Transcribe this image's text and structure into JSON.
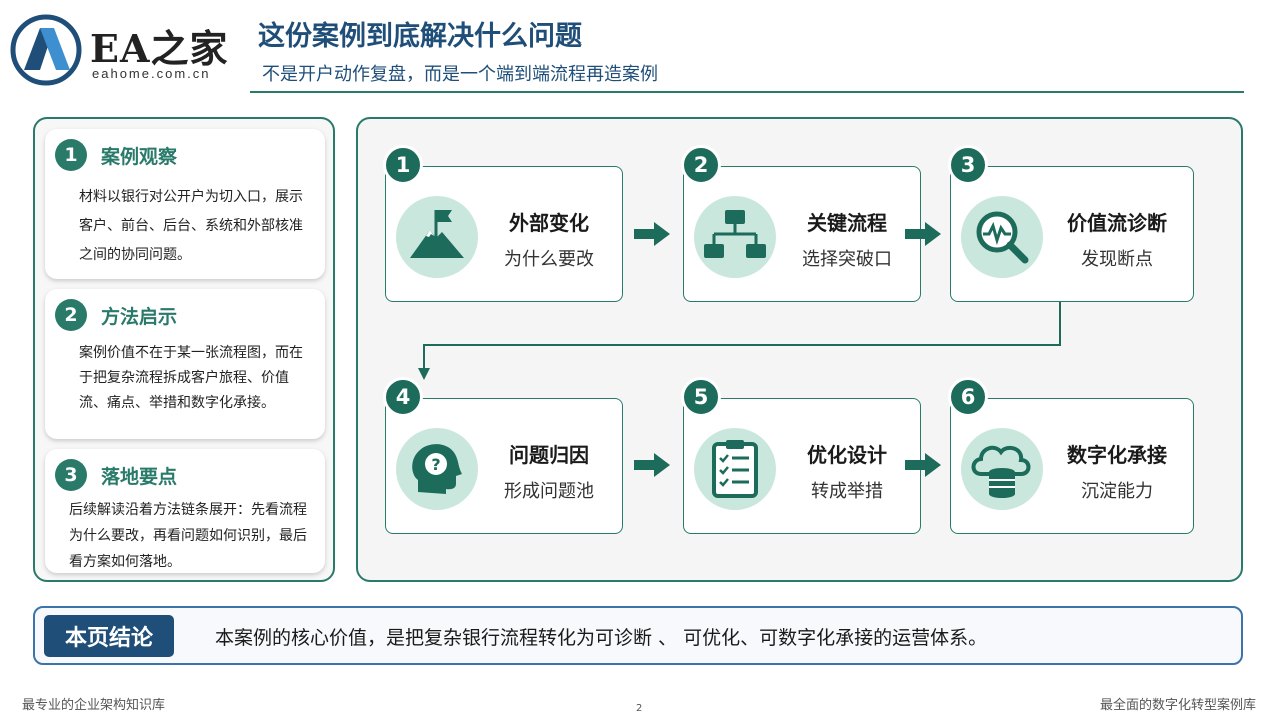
{
  "brand": {
    "name": "EA之家",
    "url": "eahome.com.cn"
  },
  "header": {
    "title": "这份案例到底解决什么问题",
    "subtitle": "不是开户动作复盘，而是一个端到端流程再造案例"
  },
  "notes": [
    {
      "num": "1",
      "title": "案例观察",
      "body": "材料以银行对公开户为切入口，展示客户、前台、后台、系统和外部核准之间的协同问题。"
    },
    {
      "num": "2",
      "title": "方法启示",
      "body": "案例价值不在于某一张流程图，而在于把复杂流程拆成客户旅程、价值流、痛点、举措和数字化承接。"
    },
    {
      "num": "3",
      "title": "落地要点",
      "body": "后续解读沿着方法链条展开：先看流程为什么要改，再看问题如何识别，最后看方案如何落地。"
    }
  ],
  "steps": [
    {
      "num": "1",
      "title": "外部变化",
      "subtitle": "为什么要改",
      "icon": "mountain-flag-icon"
    },
    {
      "num": "2",
      "title": "关键流程",
      "subtitle": "选择突破口",
      "icon": "hierarchy-icon"
    },
    {
      "num": "3",
      "title": "价值流诊断",
      "subtitle": "发现断点",
      "icon": "magnifier-pulse-icon"
    },
    {
      "num": "4",
      "title": "问题归因",
      "subtitle": "形成问题池",
      "icon": "head-question-icon"
    },
    {
      "num": "5",
      "title": "优化设计",
      "subtitle": "转成举措",
      "icon": "clipboard-checklist-icon"
    },
    {
      "num": "6",
      "title": "数字化承接",
      "subtitle": "沉淀能力",
      "icon": "cloud-database-icon"
    }
  ],
  "conclusion": {
    "badge": "本页结论",
    "text": "本案例的核心价值，是把复杂银行流程转化为可诊断 、 可优化、可数字化承接的运营体系。"
  },
  "footer": {
    "left": "最专业的企业架构知识库",
    "page": "2",
    "right": "最全面的数字化转型案例库"
  },
  "colors": {
    "accent": "#2a7a6a",
    "title_blue": "#1f4e79",
    "icon_bg": "#c9e7dd"
  }
}
